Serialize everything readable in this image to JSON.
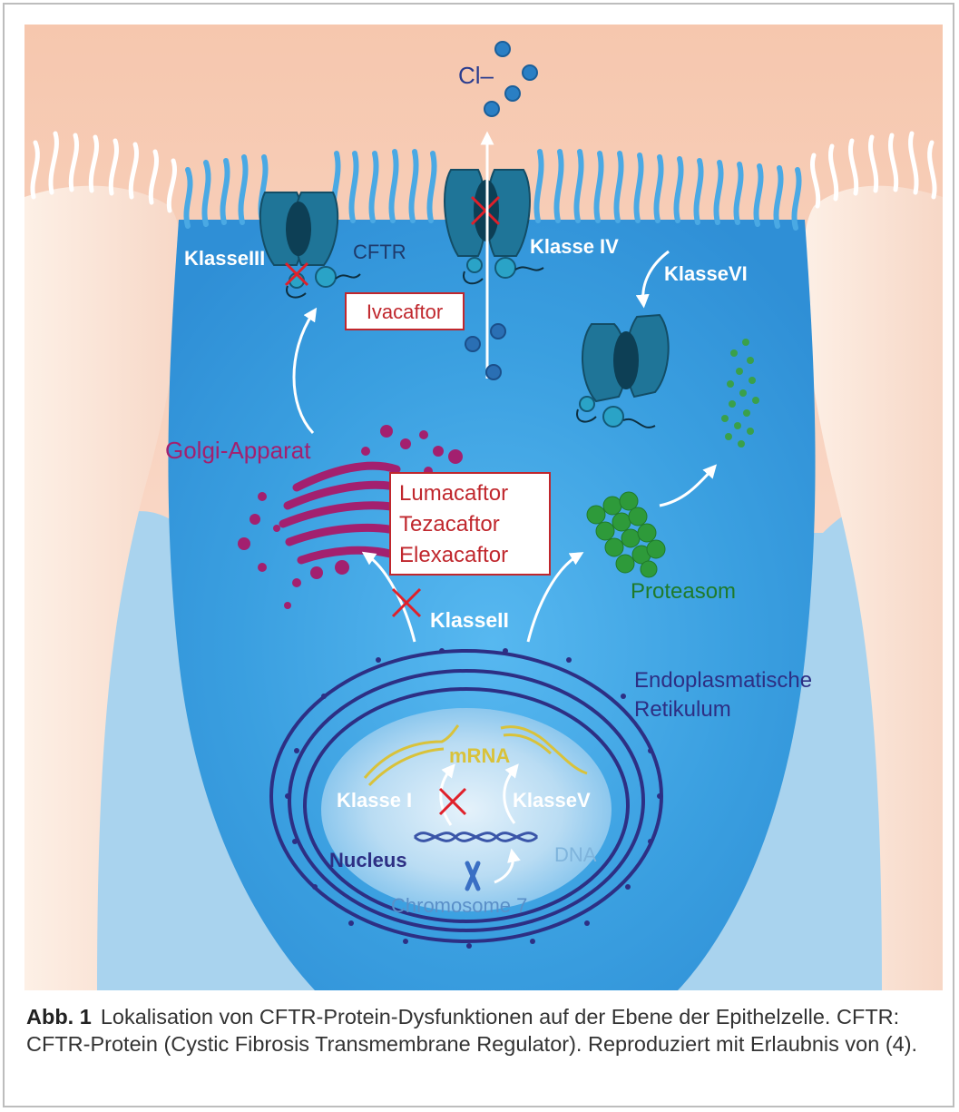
{
  "labels": {
    "chloride": "Cl–",
    "class_iii": "KlasseIII",
    "cftr": "CFTR",
    "class_iv": "Klasse IV",
    "class_vi": "KlasseVI",
    "ivacaftor": "Ivacaftor",
    "golgi": "Golgi-Apparat",
    "corrector_1": "Lumacaftor",
    "corrector_2": "Tezacaftor",
    "corrector_3": "Elexacaftor",
    "proteasom": "Proteasom",
    "class_ii": "KlasseII",
    "er_line1": "Endoplasmatische",
    "er_line2": "Retikulum",
    "mrna": "mRNA",
    "class_i": "Klasse I",
    "class_v": "KlasseV",
    "nucleus": "Nucleus",
    "dna": "DNA",
    "chromosome": "Chromosome 7"
  },
  "caption": {
    "label": "Abb. 1",
    "text": "Lokalisation  von CFTR-Protein-Dysfunktionen auf der Ebene der Epithelzelle. CFTR: CFTR-Protein (Cystic Fibrosis Transmembrane Regulator). Reproduziert mit Erlaubnis von (4)."
  },
  "colors": {
    "background": "#f7c8b2",
    "cell": "#3aa1e2",
    "protein": "#1b6f8f",
    "golgi": "#a3206f",
    "proteasome": "#2e9a3a",
    "nucleus_membrane": "#2d2f84",
    "drug_text": "#c0272d",
    "block_mark": "#e0202a"
  }
}
